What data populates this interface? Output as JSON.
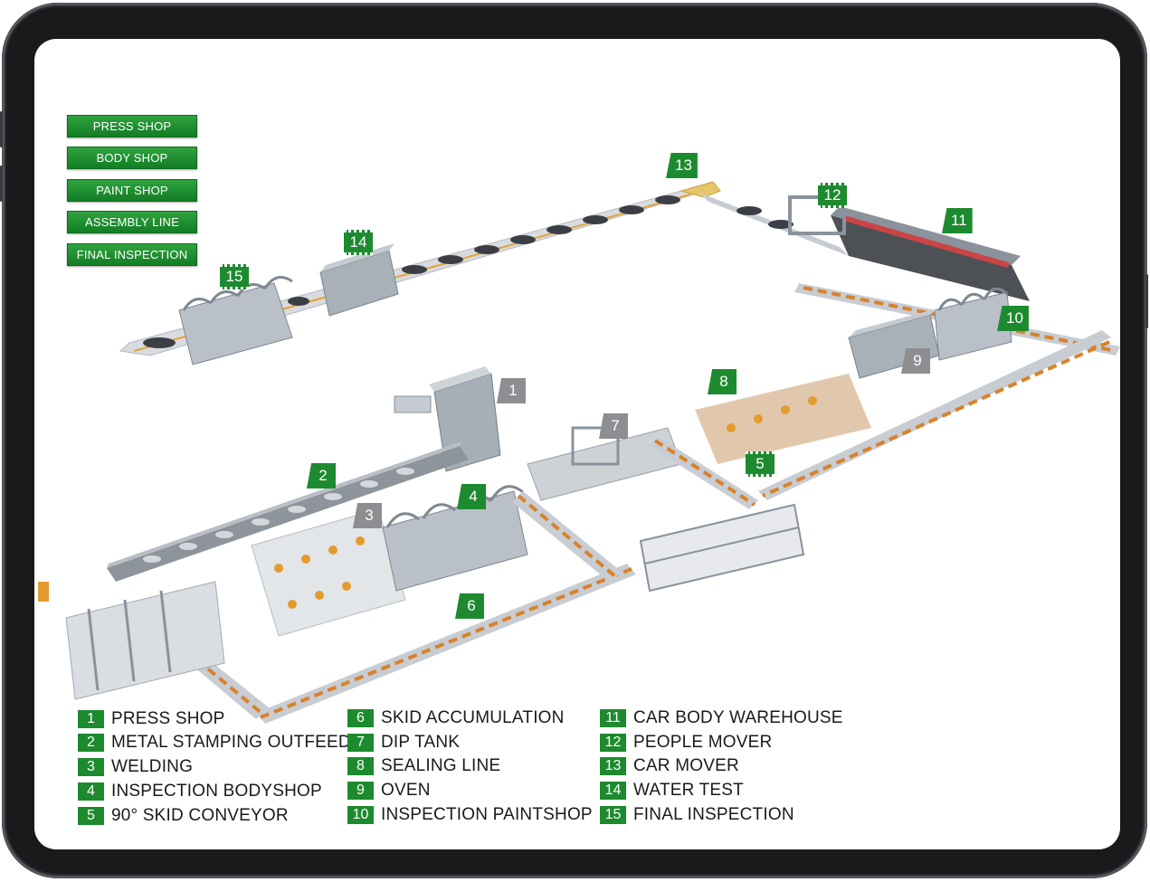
{
  "menu": [
    {
      "label": "PRESS SHOP"
    },
    {
      "label": "BODY SHOP"
    },
    {
      "label": "PAINT SHOP"
    },
    {
      "label": "ASSEMBLY LINE"
    },
    {
      "label": "FINAL INSPECTION"
    }
  ],
  "markers": [
    {
      "num": "1",
      "style": "gray"
    },
    {
      "num": "2",
      "style": "green"
    },
    {
      "num": "3",
      "style": "gray"
    },
    {
      "num": "4",
      "style": "green"
    },
    {
      "num": "5",
      "style": "film"
    },
    {
      "num": "6",
      "style": "green"
    },
    {
      "num": "7",
      "style": "gray"
    },
    {
      "num": "8",
      "style": "green"
    },
    {
      "num": "9",
      "style": "gray"
    },
    {
      "num": "10",
      "style": "green"
    },
    {
      "num": "11",
      "style": "green"
    },
    {
      "num": "12",
      "style": "film"
    },
    {
      "num": "13",
      "style": "green"
    },
    {
      "num": "14",
      "style": "film"
    },
    {
      "num": "15",
      "style": "film"
    }
  ],
  "legend": [
    {
      "num": "1",
      "label": "PRESS SHOP"
    },
    {
      "num": "2",
      "label": "METAL STAMPING OUTFEED"
    },
    {
      "num": "3",
      "label": "WELDING"
    },
    {
      "num": "4",
      "label": "INSPECTION BODYSHOP"
    },
    {
      "num": "5",
      "label": "90° SKID CONVEYOR"
    },
    {
      "num": "6",
      "label": "SKID ACCUMULATION"
    },
    {
      "num": "7",
      "label": "DIP TANK"
    },
    {
      "num": "8",
      "label": "SEALING LINE"
    },
    {
      "num": "9",
      "label": "OVEN"
    },
    {
      "num": "10",
      "label": "INSPECTION PAINTSHOP"
    },
    {
      "num": "11",
      "label": "CAR BODY WAREHOUSE"
    },
    {
      "num": "12",
      "label": "PEOPLE MOVER"
    },
    {
      "num": "13",
      "label": "CAR MOVER"
    },
    {
      "num": "14",
      "label": "WATER TEST"
    },
    {
      "num": "15",
      "label": "FINAL INSPECTION"
    }
  ],
  "colors": {
    "accent_green": "#1e8a30",
    "marker_gray": "#8d8e91",
    "conveyor_orange": "#d9822b",
    "machine_gray": "#9aa2ab"
  }
}
